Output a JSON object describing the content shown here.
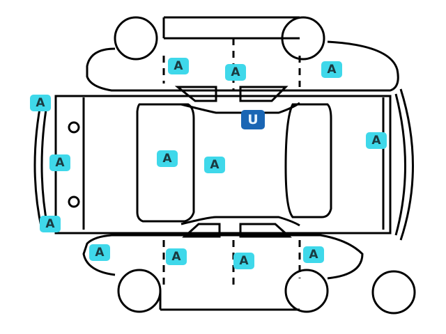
{
  "colors": {
    "marker_a": "#3fd8ea",
    "marker_u": "#1a66b4"
  },
  "markers": [
    {
      "label": "A"
    },
    {
      "label": "A"
    },
    {
      "label": "A"
    },
    {
      "label": "A"
    },
    {
      "label": "A"
    },
    {
      "label": "A"
    },
    {
      "label": "A"
    },
    {
      "label": "A"
    },
    {
      "label": "A"
    },
    {
      "label": "A"
    },
    {
      "label": "A"
    },
    {
      "label": "A"
    },
    {
      "label": "A"
    },
    {
      "label": "U"
    }
  ]
}
